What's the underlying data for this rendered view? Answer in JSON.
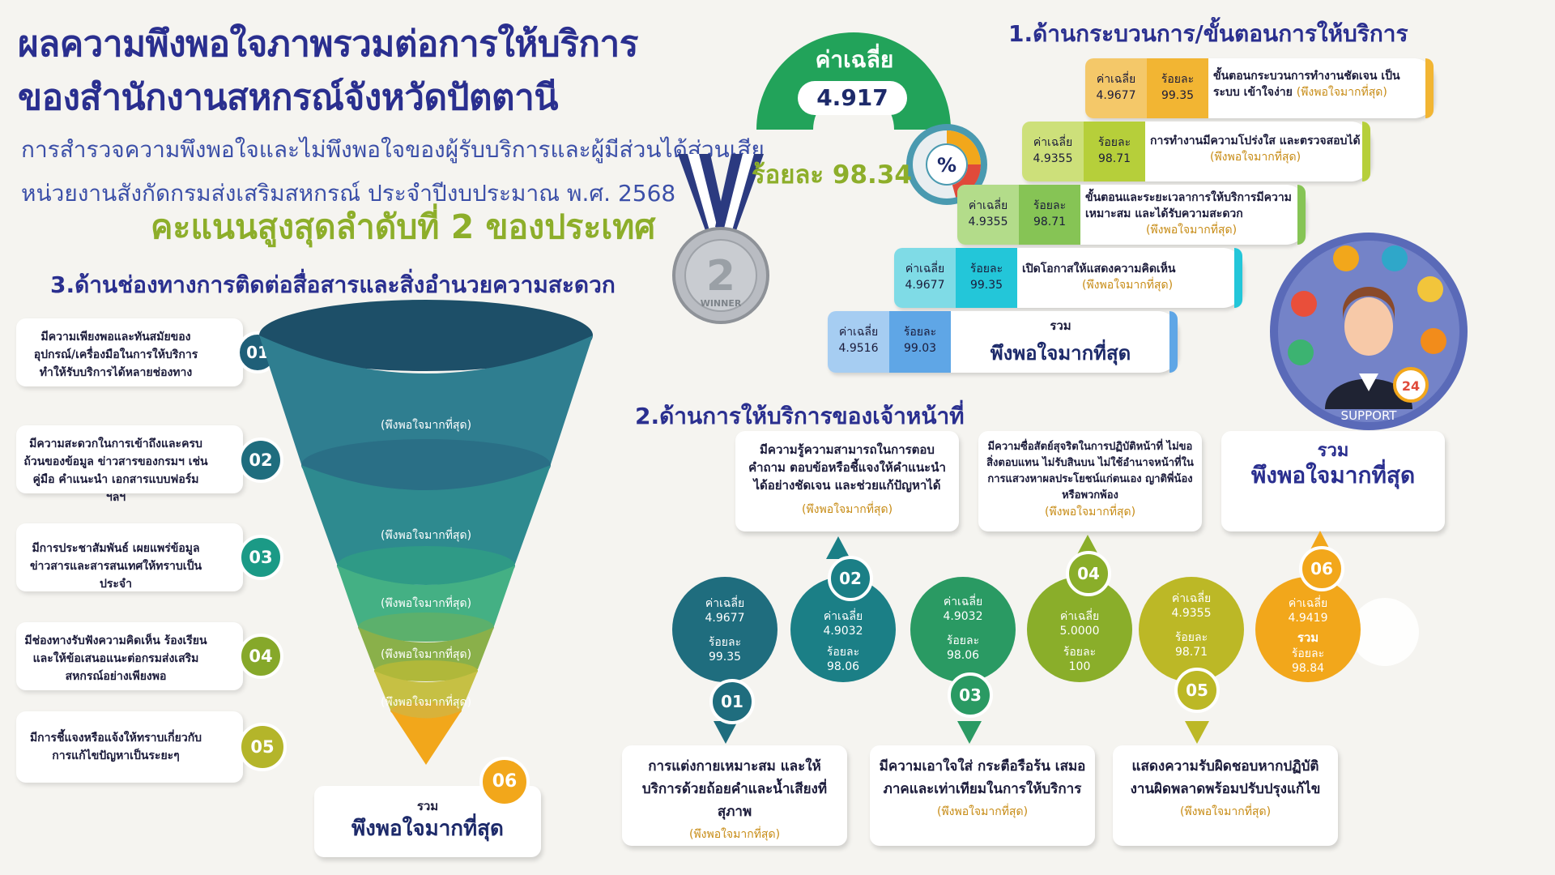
{
  "header": {
    "title_line1": "ผลความพึงพอใจภาพรวมต่อการให้บริการ",
    "title_line2": "ของสำนักงานสหกรณ์จังหวัดปัตตานี",
    "subtitle": "การสำรวจความพึงพอใจและไม่พึงพอใจของผู้รับบริการและผู้มีส่วนได้ส่วนเสีย หน่วยงานสังกัดกรมส่งเสริมสหกรณ์ ประจำปีงบประมาณ พ.ศ. 2568",
    "rank": "คะแนนสูงสุดลำดับที่ 2 ของประเทศ"
  },
  "overall": {
    "avg_label": "ค่าเฉลี่ย",
    "avg_value": "4.917",
    "percent_text": "ร้อยละ 98.34",
    "percent_icon": "%",
    "medal_number": "2",
    "medal_text": "WINNER"
  },
  "section1": {
    "title": "1.ด้านกระบวนการ/ขั้นตอนการให้บริการ",
    "rows": [
      {
        "avg_label": "ค่าเฉลี่ย",
        "avg": "4.9677",
        "pct_label": "ร้อยละ",
        "pct": "99.35",
        "desc": "ขั้นตอนกระบวนการทำงานชัดเจน เป็นระบบ เข้าใจง่าย",
        "level": "(พึงพอใจมากที่สุด)",
        "color": "#f2b533"
      },
      {
        "avg_label": "ค่าเฉลี่ย",
        "avg": "4.9355",
        "pct_label": "ร้อยละ",
        "pct": "98.71",
        "desc": "การทำงานมีความโปร่งใส และตรวจสอบได้",
        "level": "(พึงพอใจมากที่สุด)",
        "color": "#b6cf3a"
      },
      {
        "avg_label": "ค่าเฉลี่ย",
        "avg": "4.9355",
        "pct_label": "ร้อยละ",
        "pct": "98.71",
        "desc": "ขั้นตอนและระยะเวลาการให้บริการมีความเหมาะสม และได้รับความสะดวก",
        "level": "(พึงพอใจมากที่สุด)",
        "color": "#86c455"
      },
      {
        "avg_label": "ค่าเฉลี่ย",
        "avg": "4.9677",
        "pct_label": "ร้อยละ",
        "pct": "99.35",
        "desc": "เปิดโอกาสให้แสดงความคิดเห็น",
        "level": "(พึงพอใจมากที่สุด)",
        "color": "#23c6d9"
      },
      {
        "avg_label": "ค่าเฉลี่ย",
        "avg": "4.9516",
        "pct_label": "ร้อยละ",
        "pct": "99.03",
        "total_label": "รวม",
        "desc": "พึงพอใจมากที่สุด",
        "color": "#5fa6e6"
      }
    ]
  },
  "support": {
    "label": "SUPPORT",
    "clock": "24"
  },
  "section3": {
    "title": "3.ด้านช่องทางการติดต่อสื่อสารและสิ่งอำนวยความสะดวก",
    "items": [
      {
        "num": "01",
        "text": "มีความเพียงพอและทันสมัยของอุปกรณ์/เครื่องมือในการให้บริการทำให้รับบริการได้หลายช่องทาง",
        "color": "#1f5f78"
      },
      {
        "num": "02",
        "text": "มีความสะดวกในการเข้าถึงและครบถ้วนของข้อมูล ข่าวสารของกรมฯ เช่น คู่มือ คำแนะนำ เอกสารแบบฟอร์ม ฯลฯ",
        "color": "#1f6d7e"
      },
      {
        "num": "03",
        "text": "มีการประชาสัมพันธ์ เผยแพร่ข้อมูลข่าวสารและสารสนเทศให้ทราบเป็นประจำ",
        "color": "#1b9a86"
      },
      {
        "num": "04",
        "text": "มีช่องทางรับฟังความคิดเห็น ร้องเรียน และให้ข้อเสนอแนะต่อกรมส่งเสริมสหกรณ์อย่างเพียงพอ",
        "color": "#86a82a"
      },
      {
        "num": "05",
        "text": "มีการชี้แจงหรือแจ้งให้ทราบเกี่ยวกับการแก้ไขปัญหาเป็นระยะๆ",
        "color": "#b4b52a"
      }
    ],
    "funnel_level": "(พึงพอใจมากที่สุด)",
    "total": {
      "num": "06",
      "label": "รวม",
      "value": "พึงพอใจมากที่สุด"
    }
  },
  "section2": {
    "title": "2.ด้านการให้บริการของเจ้าหน้าที่",
    "level": "(พึงพอใจมากที่สุด)",
    "boxes_top": [
      {
        "text": "มีความรู้ความสามารถในการตอบคำถาม ตอบข้อหรือชี้แจงให้คำแนะนำได้อย่างชัดเจน และช่วยแก้ปัญหาได้"
      },
      {
        "text": "มีความซื่อสัตย์สุจริตในการปฏิบัติหน้าที่ ไม่ขอสิ่งตอบแทน ไม่รับสินบน ไม่ใช้อำนาจหน้าที่ในการแสวงหาผลประโยชน์แก่ตนเอง ญาติพี่น้องหรือพวกพ้อง"
      },
      {
        "label": "รวม",
        "text": "พึงพอใจมากที่สุด"
      }
    ],
    "boxes_bottom": [
      {
        "text": "การแต่งกายเหมาะสม และให้บริการด้วยถ้อยคำและน้ำเสียงที่สุภาพ"
      },
      {
        "text": "มีความเอาใจใส่ กระตือรือร้น เสมอภาคและเท่าเทียมในการให้บริการ"
      },
      {
        "text": "แสดงความรับผิดชอบหากปฏิบัติงานผิดพลาดพร้อมปรับปรุงแก้ไข"
      }
    ],
    "circles": [
      {
        "num": "01",
        "avg_label": "ค่าเฉลี่ย",
        "avg": "4.9677",
        "pct_label": "ร้อยละ",
        "pct": "99.35",
        "color": "#1f6d7e"
      },
      {
        "num": "02",
        "avg_label": "ค่าเฉลี่ย",
        "avg": "4.9032",
        "pct_label": "ร้อยละ",
        "pct": "98.06",
        "color": "#1b7f86"
      },
      {
        "num": "03",
        "avg_label": "ค่าเฉลี่ย",
        "avg": "4.9032",
        "pct_label": "ร้อยละ",
        "pct": "98.06",
        "color": "#2a9a63"
      },
      {
        "num": "04",
        "avg_label": "ค่าเฉลี่ย",
        "avg": "5.0000",
        "pct_label": "ร้อยละ",
        "pct": "100",
        "color": "#8aae2a"
      },
      {
        "num": "05",
        "avg_label": "ค่าเฉลี่ย",
        "avg": "4.9355",
        "pct_label": "ร้อยละ",
        "pct": "98.71",
        "color": "#bcb826"
      },
      {
        "num": "06",
        "avg_label": "ค่าเฉลี่ย",
        "avg": "4.9419",
        "total_label": "รวม",
        "pct_label": "ร้อยละ",
        "pct": "98.84",
        "color": "#f2a71b"
      }
    ]
  }
}
